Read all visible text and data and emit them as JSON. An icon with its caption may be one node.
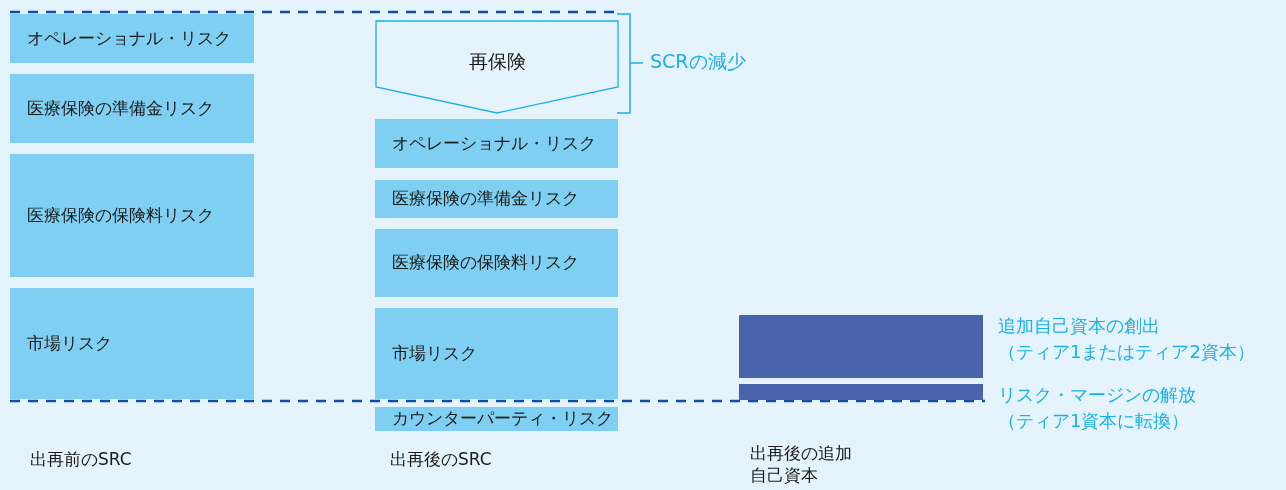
{
  "diagram": {
    "nodes": [
      {
        "text": [
          "オペレーショナル・リスク"
        ]
      },
      {
        "text": [
          "医療保険の準備金リスク"
        ]
      },
      {
        "text": [
          "医療保険の保険料リスク"
        ]
      },
      {
        "text": [
          "市場リスク"
        ]
      },
      {
        "text": [
          "再保険"
        ]
      },
      {
        "text": [
          "オペレーショナル・リスク"
        ]
      },
      {
        "text": [
          "医療保険の準備金リスク"
        ]
      },
      {
        "text": [
          "医療保険の保険料リスク"
        ]
      },
      {
        "text": [
          "市場リスク"
        ]
      },
      {
        "text": [
          "カウンターパーティ・リスク"
        ]
      },
      {
        "text": [],
        "shape": "bar",
        "beside": [
          "追加自己資本の創出",
          "（ティア1またはティア2資本）"
        ]
      },
      {
        "text": [],
        "shape": "bar",
        "beside": [
          "リスク・マージンの解放",
          "（ティア1資本に転換）"
        ]
      }
    ],
    "labels": [
      "SCRの減少",
      "出再前のSRC",
      "出再後のSRC",
      "出再後の追加自己資本"
    ]
  }
}
